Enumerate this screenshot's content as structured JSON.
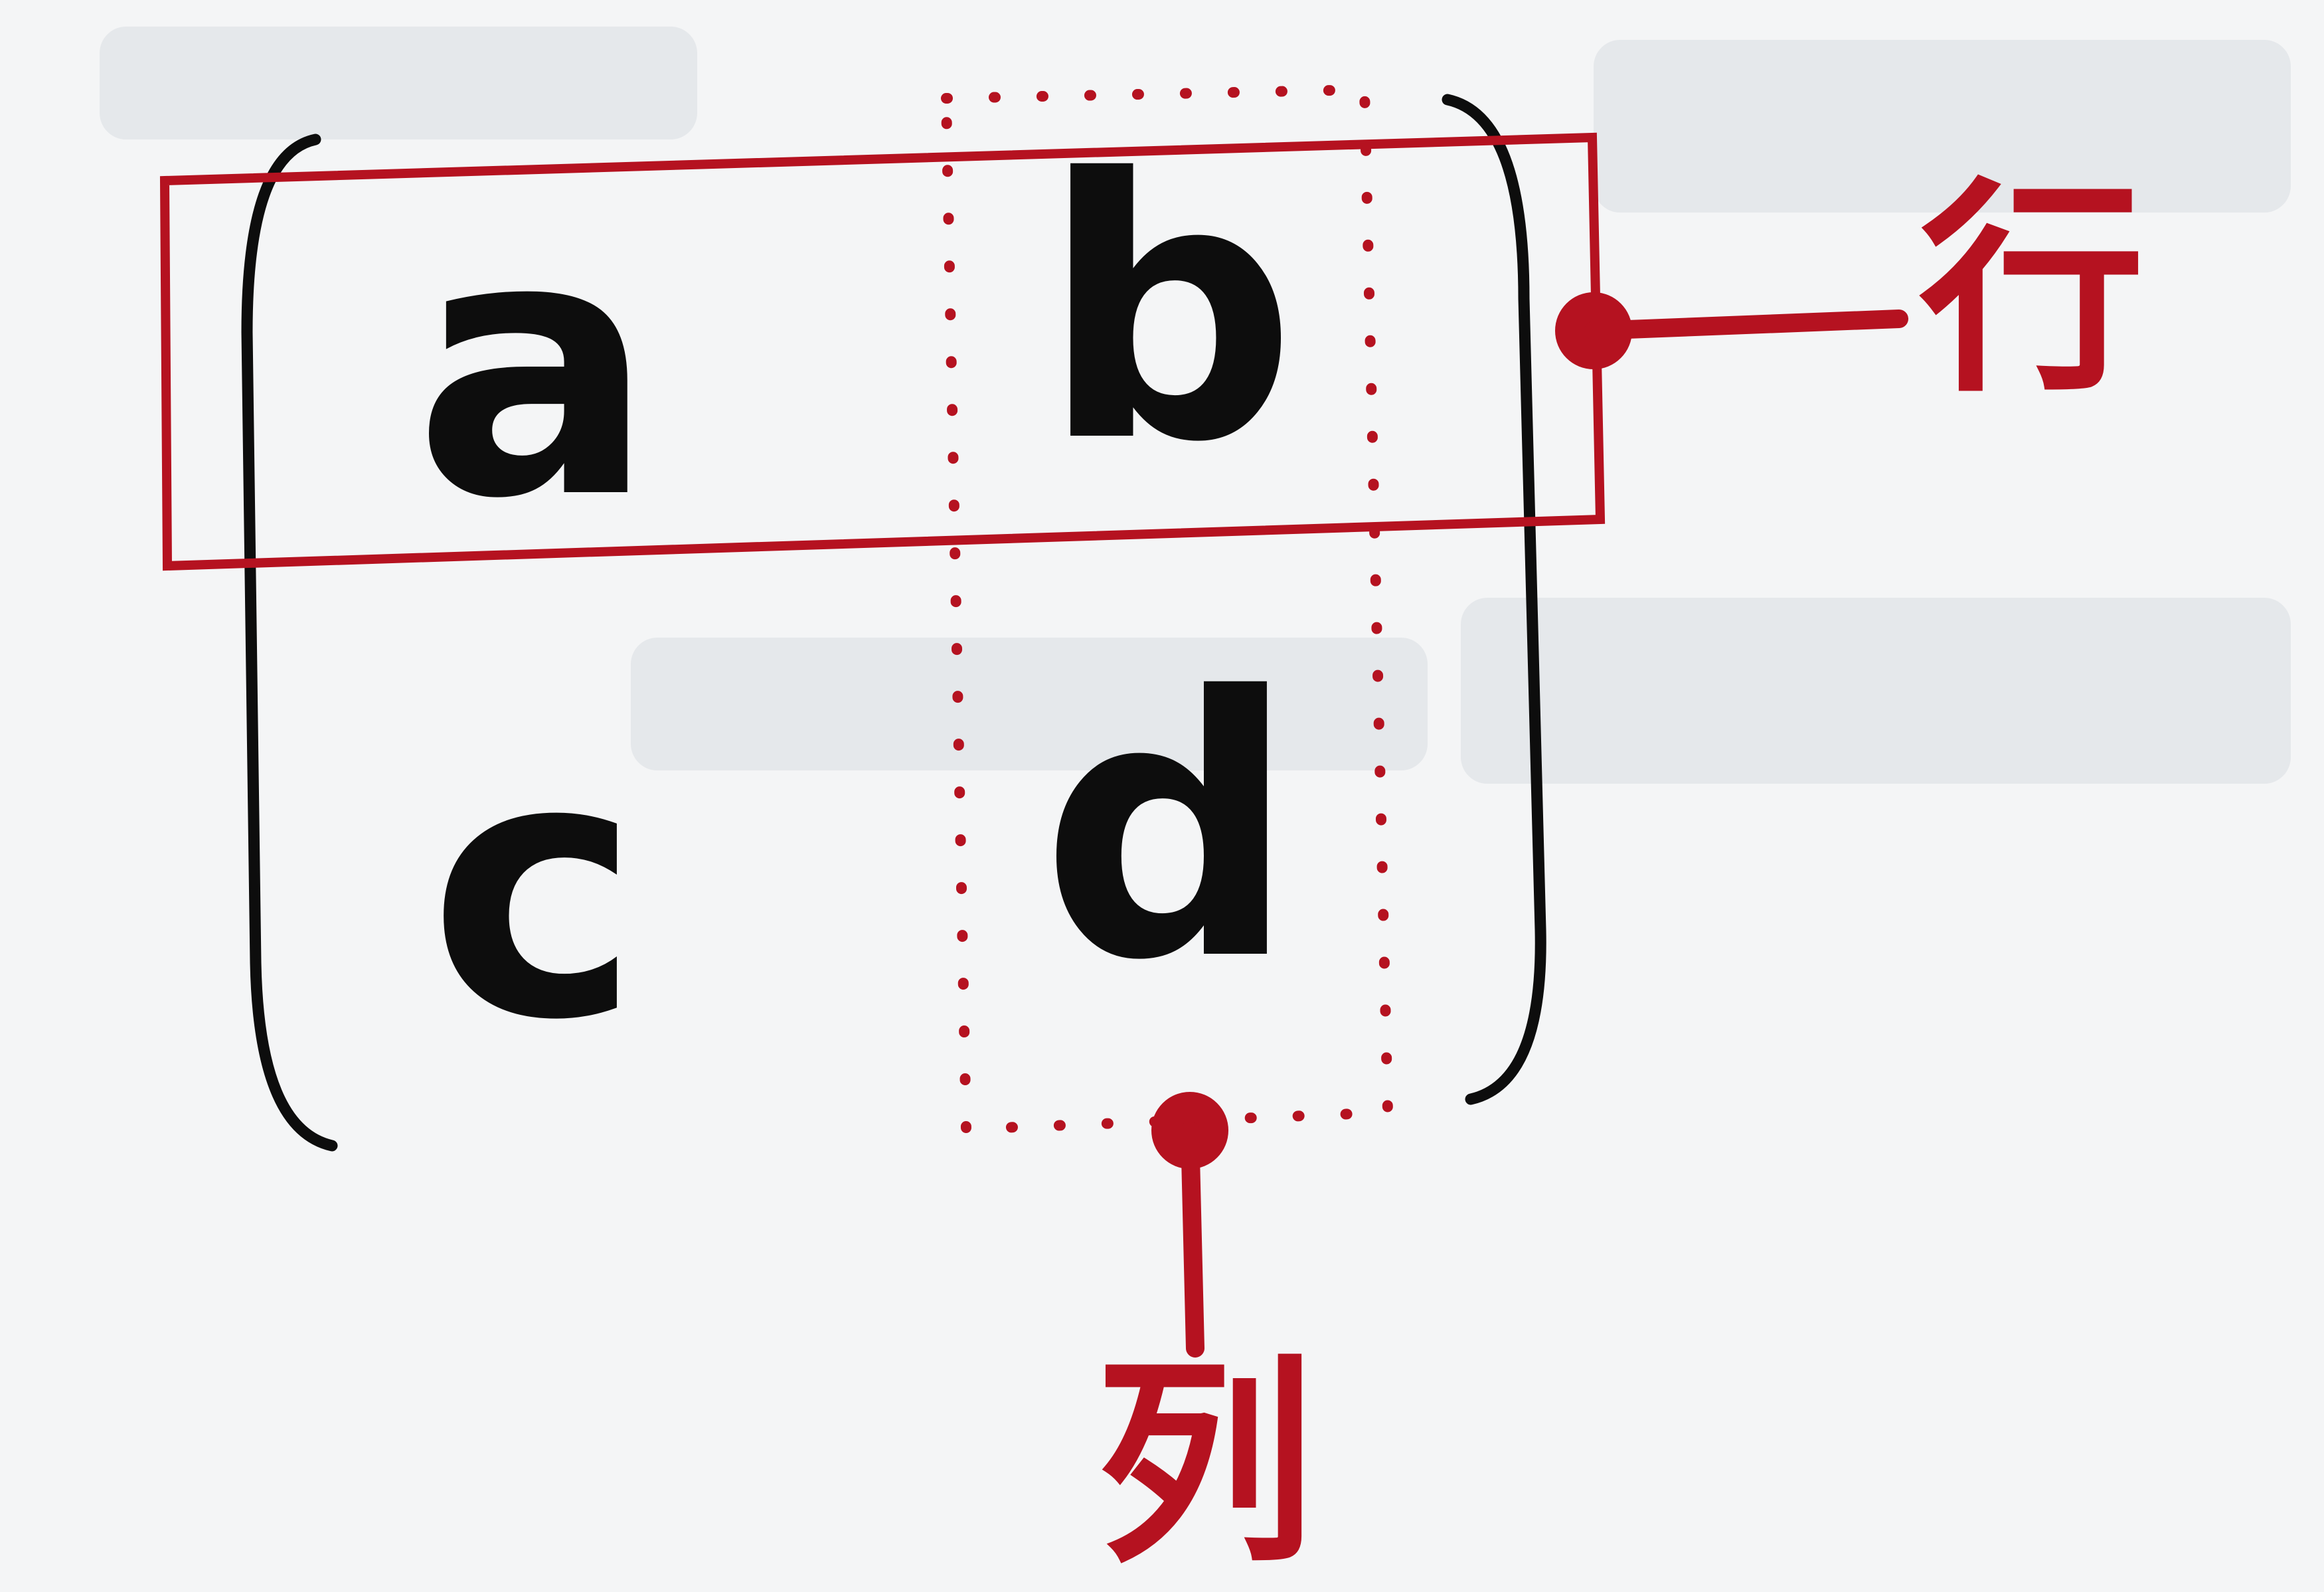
{
  "matrix": {
    "entries": [
      "a",
      "b",
      "c",
      "d"
    ]
  },
  "labels": {
    "row": "行",
    "column": "列"
  },
  "colors": {
    "accent": "#b51220",
    "text": "#0d0d0d",
    "background": "#f4f5f6"
  }
}
